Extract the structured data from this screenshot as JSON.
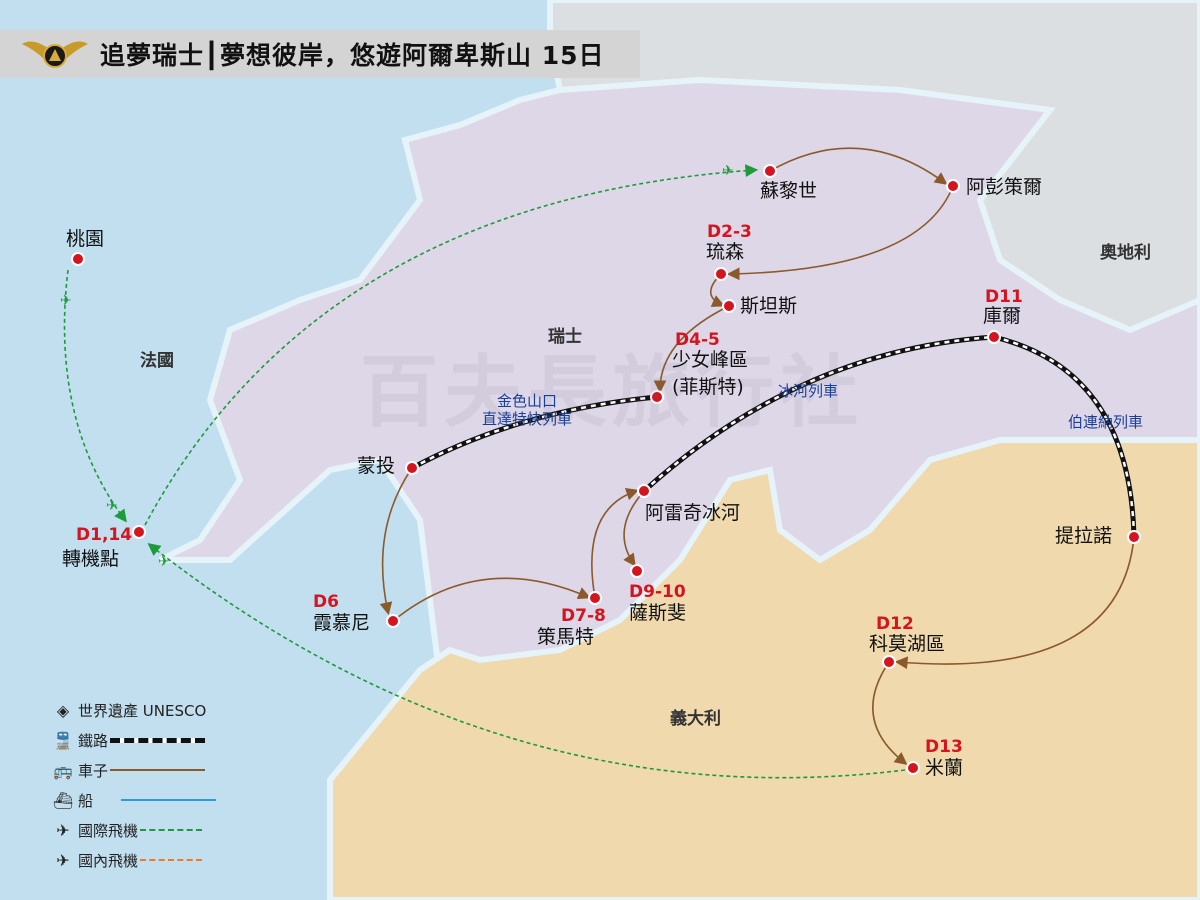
{
  "title": "追夢瑞士┃夢想彼岸，悠遊阿爾卑斯山 15日",
  "watermark": "百夫長旅行社",
  "countries": {
    "france": "法國",
    "switzerland": "瑞士",
    "austria": "奧地利",
    "italy": "義大利"
  },
  "stops": [
    {
      "name": "桃園",
      "day": ""
    },
    {
      "name": "轉機點",
      "day": "D1,14"
    },
    {
      "name": "蘇黎世",
      "day": ""
    },
    {
      "name": "阿彭策爾",
      "day": ""
    },
    {
      "name": "琉森",
      "day": "D2-3"
    },
    {
      "name": "斯坦斯",
      "day": ""
    },
    {
      "name": "少女峰區",
      "name2": "(菲斯特)",
      "day": "D4-5"
    },
    {
      "name": "蒙投",
      "day": ""
    },
    {
      "name": "霞慕尼",
      "day": "D6"
    },
    {
      "name": "策馬特",
      "day": "D7-8"
    },
    {
      "name": "阿雷奇冰河",
      "day": ""
    },
    {
      "name": "薩斯斐",
      "day": "D9-10"
    },
    {
      "name": "庫爾",
      "day": "D11"
    },
    {
      "name": "提拉諾",
      "day": ""
    },
    {
      "name": "科莫湖區",
      "day": "D12"
    },
    {
      "name": "米蘭",
      "day": "D13"
    }
  ],
  "trains": {
    "golden_pass_1": "金色山口",
    "golden_pass_2": "直達特快列車",
    "glacier": "冰河列車",
    "bernina": "伯連納列車"
  },
  "legend": [
    {
      "icon": "unesco-icon",
      "label": "世界遺產 UNESCO"
    },
    {
      "icon": "train-icon",
      "label": "鐵路"
    },
    {
      "icon": "bus-icon",
      "label": "車子",
      "color": "#8b5a2b"
    },
    {
      "icon": "ship-icon",
      "label": "船",
      "color": "#2a9be0"
    },
    {
      "icon": "plane-icon",
      "label": "國際飛機",
      "color": "#1e9a3a"
    },
    {
      "icon": "plane-icon",
      "label": "國內飛機",
      "color": "#f07a20"
    }
  ]
}
